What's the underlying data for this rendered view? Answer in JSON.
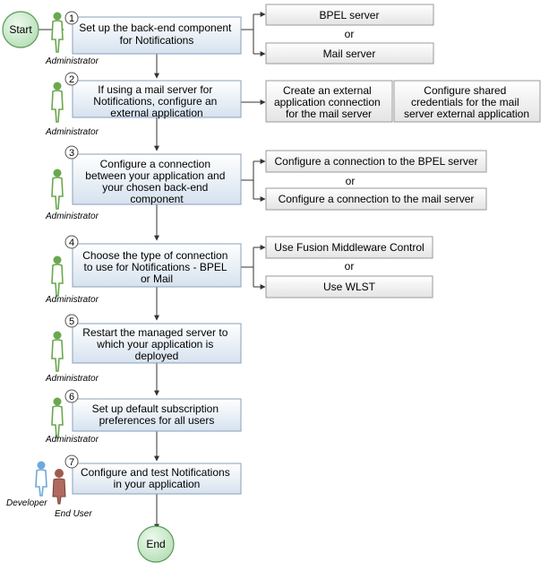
{
  "start_label": "Start",
  "end_label": "End",
  "or_label": "or",
  "steps": [
    {
      "number": "1",
      "lines": [
        "Set up the back-end component",
        "for Notifications"
      ],
      "role": "Administrator"
    },
    {
      "number": "2",
      "lines": [
        "If using a mail server for",
        "Notifications, configure an",
        "external application"
      ],
      "role": "Administrator"
    },
    {
      "number": "3",
      "lines": [
        "Configure a connection",
        "between your application and",
        "your chosen back-end",
        "component"
      ],
      "role": "Administrator"
    },
    {
      "number": "4",
      "lines": [
        "Choose the type of connection",
        "to use for Notifications - BPEL",
        "or Mail"
      ],
      "role": "Administrator"
    },
    {
      "number": "5",
      "lines": [
        "Restart the managed server to",
        "which your application is",
        "deployed"
      ],
      "role": "Administrator"
    },
    {
      "number": "6",
      "lines": [
        "Set up default subscription",
        "preferences for all users"
      ],
      "role": "Administrator"
    },
    {
      "number": "7",
      "lines": [
        "Configure and test Notifications",
        "in your application"
      ],
      "roles": [
        "Developer",
        "End User"
      ]
    }
  ],
  "options": {
    "step1": [
      "BPEL server",
      "Mail server"
    ],
    "step2": [
      [
        "Create an external",
        "application connection",
        "for the mail server"
      ],
      [
        "Configure shared",
        "credentials for the mail",
        "server external application"
      ]
    ],
    "step3": [
      "Configure a connection to the BPEL server",
      "Configure a connection to the mail server"
    ],
    "step4": [
      "Use Fusion Middleware Control",
      "Use WLST"
    ]
  },
  "colors": {
    "step_fill_top": "#ffffff",
    "step_fill_bottom": "#d6e2ef",
    "option_fill_top": "#ffffff",
    "option_fill_bottom": "#e4e4e4",
    "terminal_fill": "#c9ebc9",
    "admin_figure": "#6aa84f",
    "developer_figure": "#6fa8dc",
    "end_user_figure": "#a05a50"
  }
}
